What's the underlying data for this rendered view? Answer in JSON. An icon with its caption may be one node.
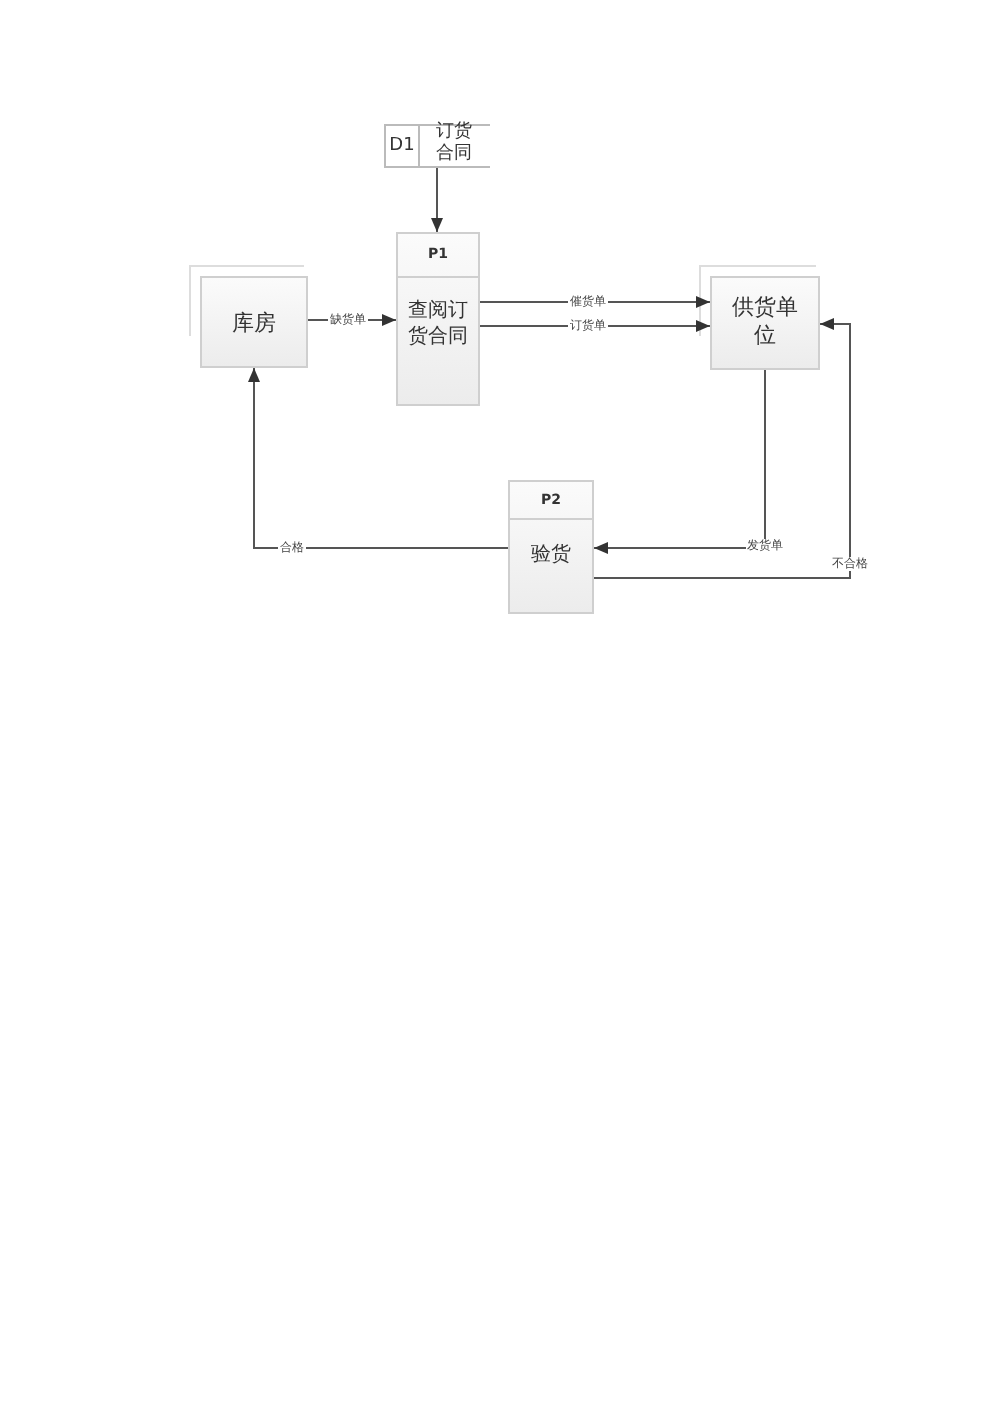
{
  "diagram": {
    "nodes": [
      {
        "text": [
          "D1",
          "订货合同"
        ]
      },
      {
        "text": [
          "库房"
        ]
      },
      {
        "text": [
          "P1",
          "查阅订货合同"
        ]
      },
      {
        "text": [
          "供货单位"
        ]
      },
      {
        "text": [
          "P2",
          "验货"
        ]
      }
    ],
    "edges": [
      {
        "from": 0,
        "to": 2,
        "arrow": "to"
      },
      {
        "from": 1,
        "to": 2,
        "arrow": "to",
        "label": "缺货单"
      },
      {
        "from": 2,
        "to": 3,
        "arrow": "to",
        "label": "催货单"
      },
      {
        "from": 2,
        "to": 3,
        "arrow": "to",
        "label": "订货单"
      },
      {
        "from": 3,
        "to": 4,
        "arrow": "to",
        "label": "发货单"
      },
      {
        "from": 4,
        "to": 1,
        "arrow": "to",
        "label": "合格"
      },
      {
        "from": 4,
        "to": 3,
        "arrow": "to",
        "label": "不合格"
      }
    ]
  }
}
